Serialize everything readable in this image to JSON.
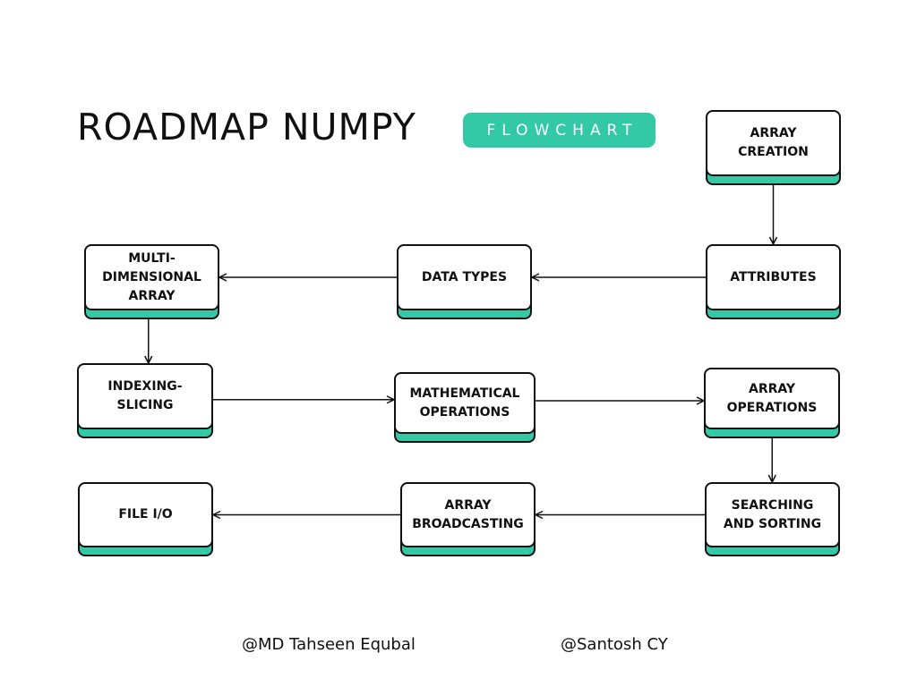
{
  "title": "ROADMAP NUMPY",
  "badge": "FLOWCHART",
  "colors": {
    "accent": "#34c9a6",
    "border": "#111111",
    "text": "#111111"
  },
  "nodes": [
    {
      "id": "array-creation",
      "label": "ARRAY\nCREATION"
    },
    {
      "id": "attributes",
      "label": "ATTRIBUTES"
    },
    {
      "id": "data-types",
      "label": "DATA TYPES"
    },
    {
      "id": "multi-dimensional-array",
      "label": "MULTI-\nDIMENSIONAL\nARRAY"
    },
    {
      "id": "indexing-slicing",
      "label": "INDEXING-\nSLICING"
    },
    {
      "id": "mathematical-operations",
      "label": "MATHEMATICAL\nOPERATIONS"
    },
    {
      "id": "array-operations",
      "label": "ARRAY\nOPERATIONS"
    },
    {
      "id": "searching-and-sorting",
      "label": "SEARCHING\nAND SORTING"
    },
    {
      "id": "array-broadcasting",
      "label": "ARRAY\nBROADCASTING"
    },
    {
      "id": "file-io",
      "label": "FILE I/O"
    }
  ],
  "edges": [
    {
      "from": "array-creation",
      "to": "attributes"
    },
    {
      "from": "attributes",
      "to": "data-types"
    },
    {
      "from": "data-types",
      "to": "multi-dimensional-array"
    },
    {
      "from": "multi-dimensional-array",
      "to": "indexing-slicing"
    },
    {
      "from": "indexing-slicing",
      "to": "mathematical-operations"
    },
    {
      "from": "mathematical-operations",
      "to": "array-operations"
    },
    {
      "from": "array-operations",
      "to": "searching-and-sorting"
    },
    {
      "from": "searching-and-sorting",
      "to": "array-broadcasting"
    },
    {
      "from": "array-broadcasting",
      "to": "file-io"
    }
  ],
  "credits": {
    "left": "@MD Tahseen Equbal",
    "right": "@Santosh CY"
  }
}
